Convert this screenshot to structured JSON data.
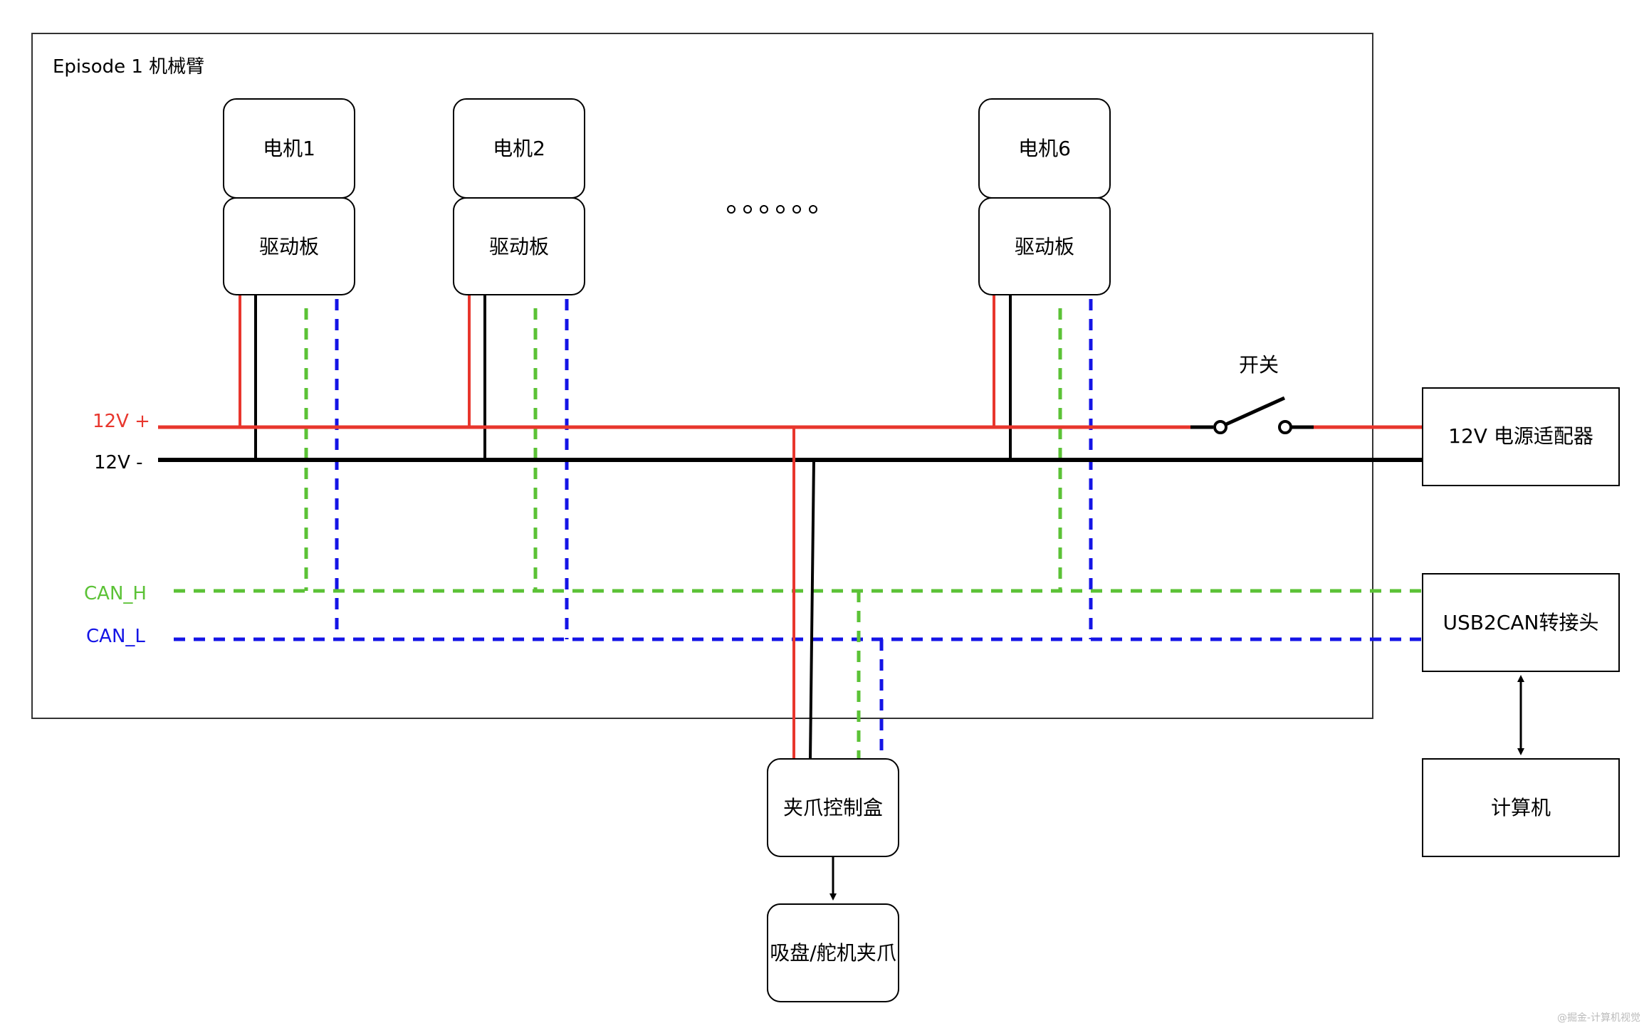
{
  "frame": {
    "title": "Episode 1 机械臂"
  },
  "motors": [
    {
      "motor_label": "电机1",
      "driver_label": "驱动板"
    },
    {
      "motor_label": "电机2",
      "driver_label": "驱动板"
    },
    {
      "motor_label": "电机6",
      "driver_label": "驱动板"
    }
  ],
  "bus": {
    "v12_plus": "12V +",
    "v12_minus": "12V -",
    "can_h": "CAN_H",
    "can_l": "CAN_L"
  },
  "switch_label": "开关",
  "boxes": {
    "power_adapter": "12V 电源适配器",
    "usb2can": "USB2CAN转接头",
    "computer": "计算机",
    "gripper_control": "夹爪控制盒",
    "gripper": "吸盘/舵机夹爪"
  },
  "watermark": "@掘金-计算机视觉",
  "colors": {
    "red": "#e8362d",
    "black": "#000000",
    "green": "#5bc236",
    "blue": "#1414e6",
    "frame": "#333333"
  }
}
